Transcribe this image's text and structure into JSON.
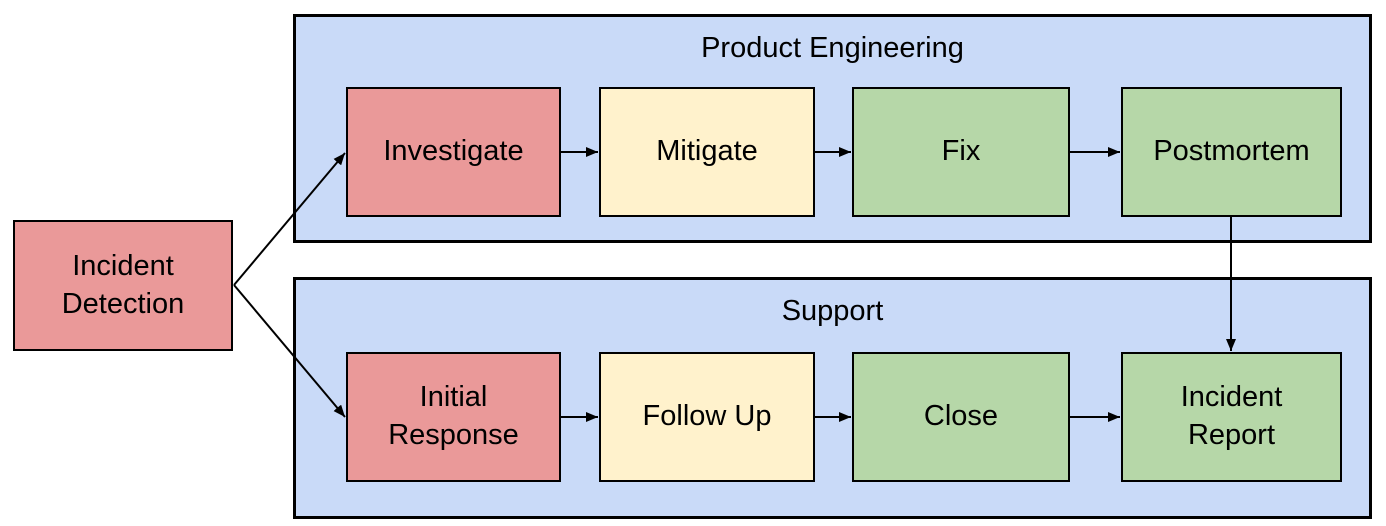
{
  "colors": {
    "background": "#ffffff",
    "lane_fill": "#c9daf8",
    "red": "#ea9999",
    "yellow": "#fff2cc",
    "green": "#b6d7a8",
    "border": "#000000",
    "text": "#000000"
  },
  "start_node": {
    "label": "Incident\nDetection",
    "fill": "#ea9999"
  },
  "lanes": [
    {
      "label": "Product Engineering",
      "fill": "#c9daf8",
      "steps": [
        {
          "label": "Investigate",
          "fill": "#ea9999"
        },
        {
          "label": "Mitigate",
          "fill": "#fff2cc"
        },
        {
          "label": "Fix",
          "fill": "#b6d7a8"
        },
        {
          "label": "Postmortem",
          "fill": "#b6d7a8"
        }
      ]
    },
    {
      "label": "Support",
      "fill": "#c9daf8",
      "steps": [
        {
          "label": "Initial\nResponse",
          "fill": "#ea9999"
        },
        {
          "label": "Follow Up",
          "fill": "#fff2cc"
        },
        {
          "label": "Close",
          "fill": "#b6d7a8"
        },
        {
          "label": "Incident\nReport",
          "fill": "#b6d7a8"
        }
      ]
    }
  ],
  "edges": [
    {
      "from": "Incident Detection",
      "to": "Investigate"
    },
    {
      "from": "Incident Detection",
      "to": "Initial Response"
    },
    {
      "from": "Investigate",
      "to": "Mitigate"
    },
    {
      "from": "Mitigate",
      "to": "Fix"
    },
    {
      "from": "Fix",
      "to": "Postmortem"
    },
    {
      "from": "Postmortem",
      "to": "Incident Report"
    },
    {
      "from": "Initial Response",
      "to": "Follow Up"
    },
    {
      "from": "Follow Up",
      "to": "Close"
    },
    {
      "from": "Close",
      "to": "Incident Report"
    }
  ]
}
